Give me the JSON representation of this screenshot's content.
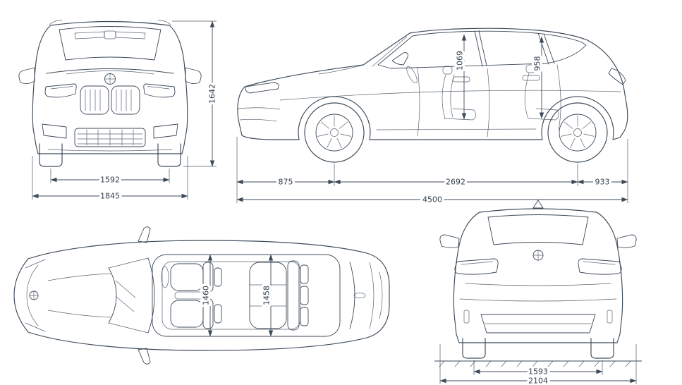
{
  "diagram": {
    "type": "vehicle-dimension-blueprint",
    "line_color": "#3d4a58",
    "background": "#ffffff",
    "brand_icon": "bmw-roundel",
    "views": {
      "front": {
        "track_width_mm": "1592",
        "overall_width_mm": "1845",
        "overall_height_mm": "1642"
      },
      "side": {
        "front_headroom_mm": "1069",
        "rear_headroom_mm": "958",
        "front_overhang_mm": "875",
        "wheelbase_mm": "2692",
        "rear_overhang_mm": "933",
        "overall_length_mm": "4500"
      },
      "top": {
        "front_interior_width_mm": "1460",
        "rear_interior_width_mm": "1458"
      },
      "rear": {
        "rear_track_width_mm": "1593",
        "overall_width_incl_mirrors_mm": "2104"
      }
    }
  }
}
